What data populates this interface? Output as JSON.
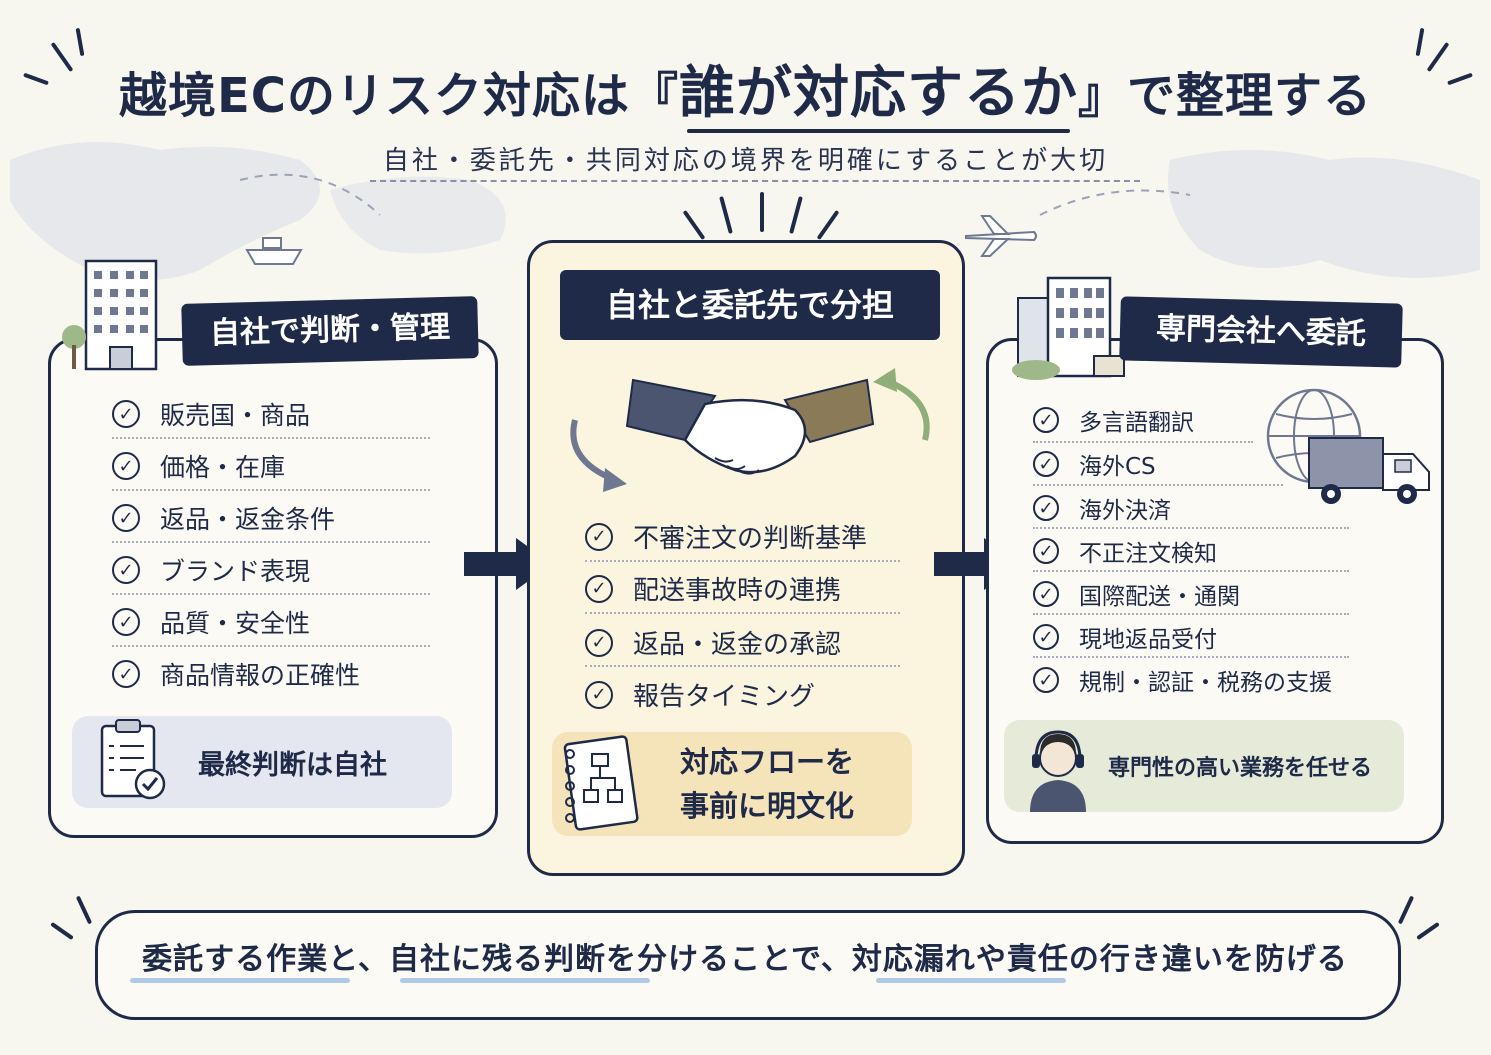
{
  "header": {
    "title_pre": "越境ECのリスク対応は『",
    "title_highlight": "誰が対応するか",
    "title_post": "』で整理する",
    "subtitle": "自社・委託先・共同対応の境界を明確にすることが大切"
  },
  "left_panel": {
    "heading": "自社で判断・管理",
    "items": [
      "販売国・商品",
      "価格・在庫",
      "返品・返金条件",
      "ブランド表現",
      "品質・安全性",
      "商品情報の正確性"
    ],
    "callout": "最終判断は自社"
  },
  "center_panel": {
    "heading": "自社と委託先で分担",
    "items": [
      "不審注文の判断基準",
      "配送事故時の連携",
      "返品・返金の承認",
      "報告タイミング"
    ],
    "callout_line1": "対応フローを",
    "callout_line2": "事前に明文化"
  },
  "right_panel": {
    "heading": "専門会社へ委託",
    "items": [
      "多言語翻訳",
      "海外CS",
      "海外決済",
      "不正注文検知",
      "国際配送・通関",
      "現地返品受付",
      "規制・認証・税務の支援"
    ],
    "callout": "専門性の高い業務を任せる"
  },
  "footer": {
    "text": "委託する作業と、自社に残る判断を分けることで、対応漏れや責任の行き違いを防げる"
  },
  "colors": {
    "navy": "#1f2a48",
    "cream": "#fbf5df",
    "left_callout": "#e4e7ef",
    "right_callout": "#e6ead9",
    "underline_blue": "#9dbde0"
  },
  "icons": {
    "check": "check-circle-icon",
    "building": "office-building-icon",
    "handshake": "handshake-icon",
    "clipboard": "clipboard-check-icon",
    "notebook": "flowchart-notebook-icon",
    "globe": "globe-icon",
    "truck": "delivery-truck-icon",
    "operator": "support-operator-icon",
    "ship": "ship-icon",
    "plane": "airplane-icon"
  }
}
